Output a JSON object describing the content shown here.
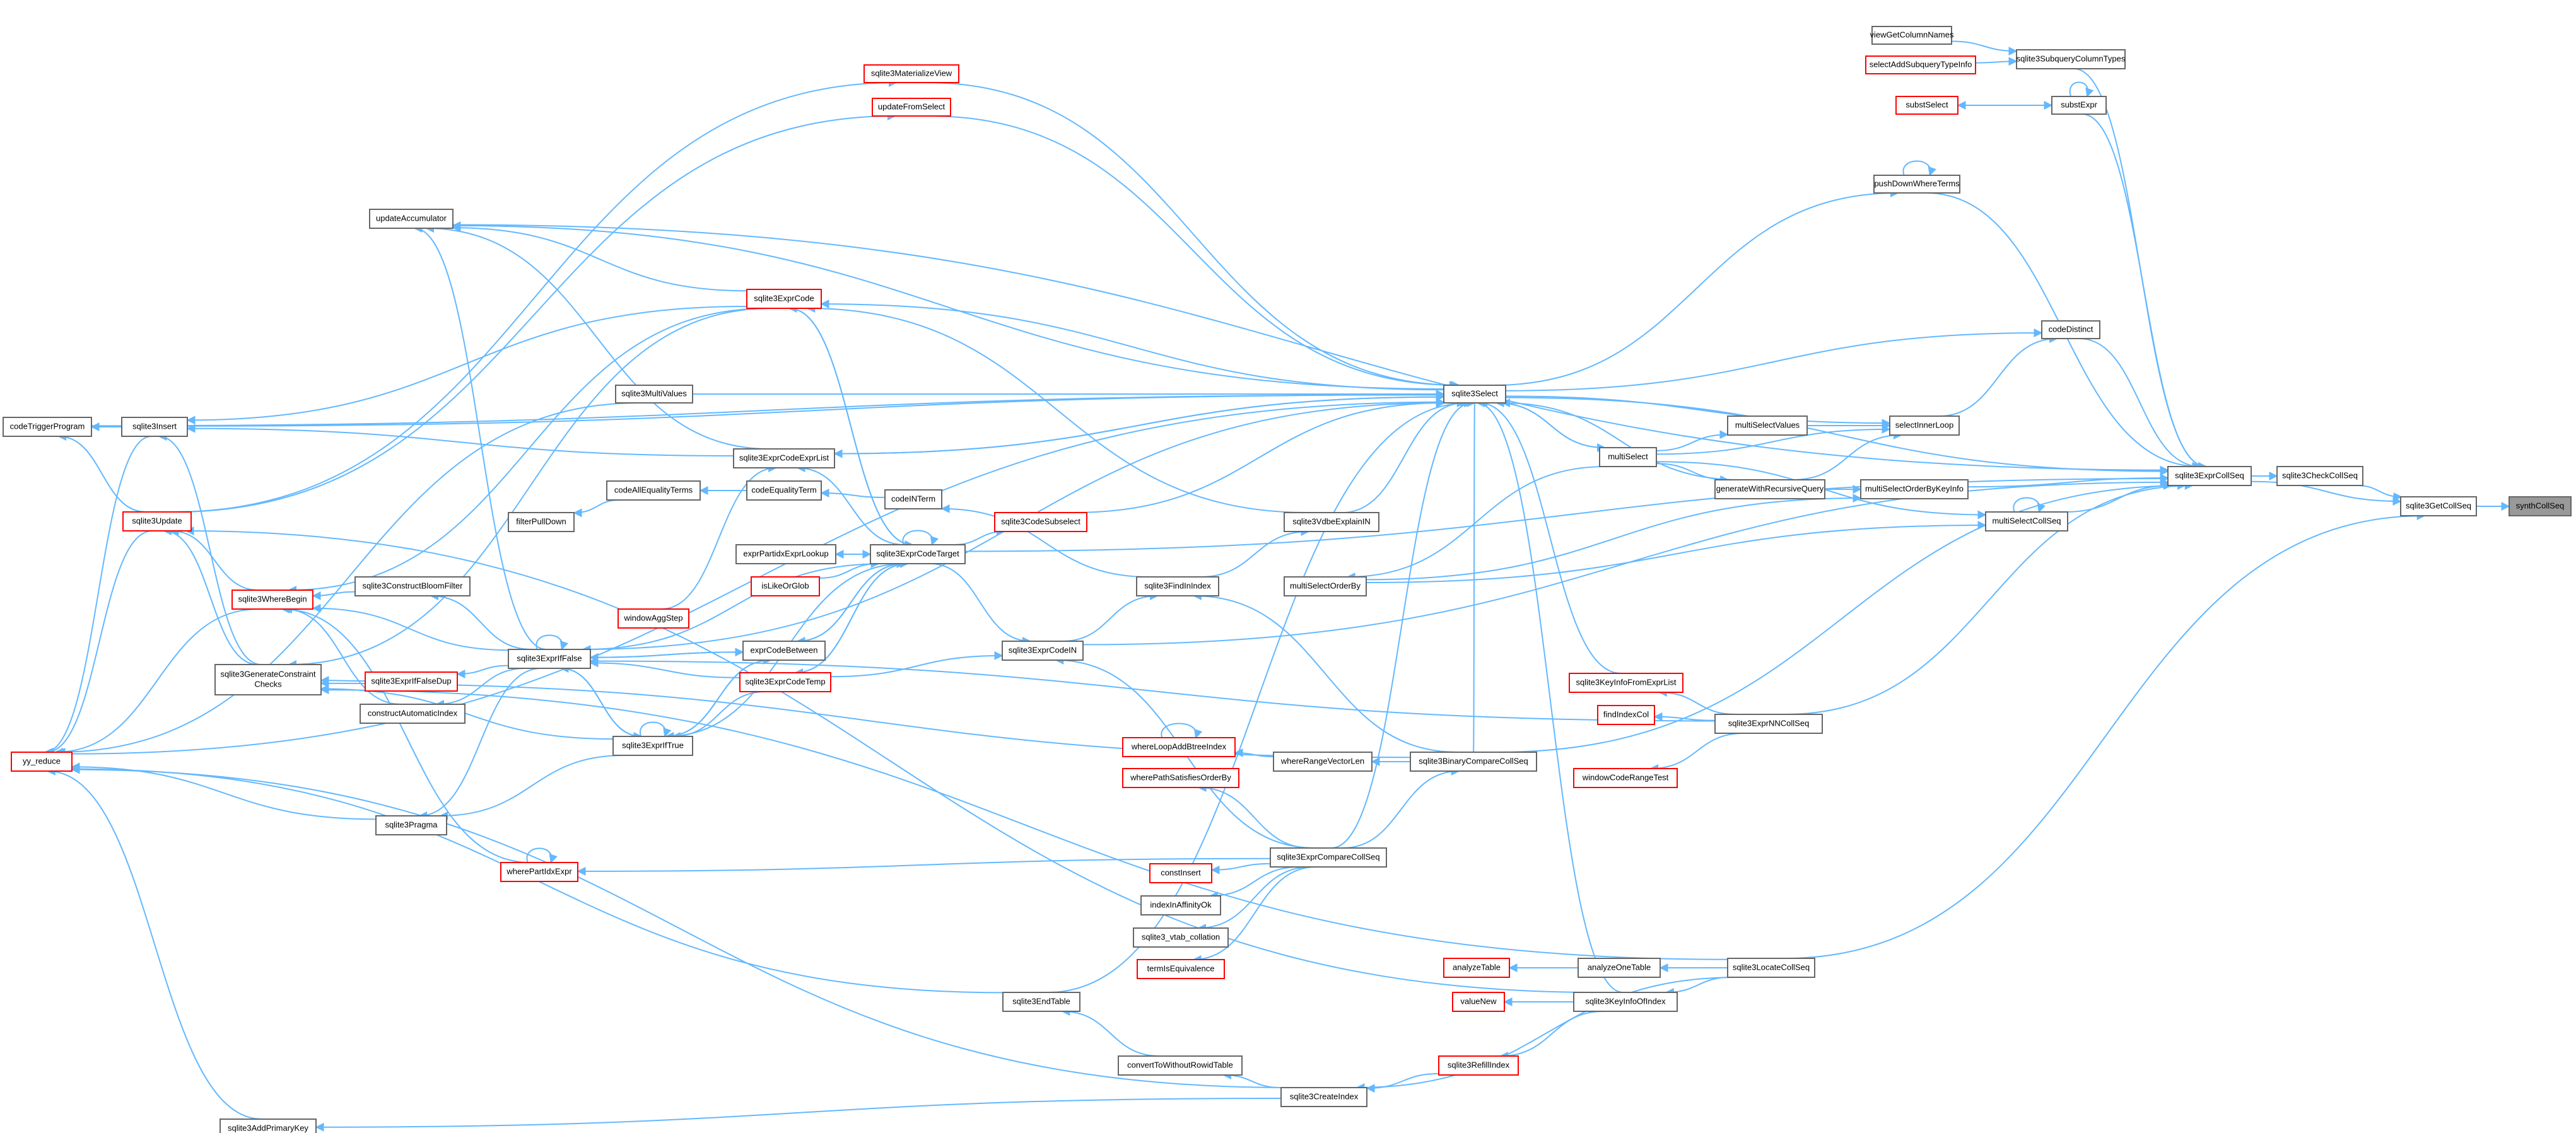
{
  "root": "synthCollSeq",
  "nodes": [
    {
      "id": "synthCollSeq",
      "label": "synthCollSeq",
      "style": "root"
    },
    {
      "id": "sqlite3GetCollSeq",
      "label": "sqlite3GetCollSeq",
      "style": "normal"
    },
    {
      "id": "sqlite3CheckCollSeq",
      "label": "sqlite3CheckCollSeq",
      "style": "normal"
    },
    {
      "id": "sqlite3ExprCollSeq",
      "label": "sqlite3ExprCollSeq",
      "style": "normal"
    },
    {
      "id": "sqlite3LocateCollSeq",
      "label": "sqlite3LocateCollSeq",
      "style": "normal"
    },
    {
      "id": "viewGetColumnNames",
      "label": "viewGetColumnNames",
      "style": "normal"
    },
    {
      "id": "sqlite3SubqueryColumnTypes",
      "label": "sqlite3SubqueryColumnTypes",
      "style": "normal"
    },
    {
      "id": "selectAddSubqueryTypeInfo",
      "label": "selectAddSubqueryTypeInfo",
      "style": "red"
    },
    {
      "id": "substSelect",
      "label": "substSelect",
      "style": "red"
    },
    {
      "id": "substExpr",
      "label": "substExpr",
      "style": "normal"
    },
    {
      "id": "pushDownWhereTerms",
      "label": "pushDownWhereTerms",
      "style": "normal"
    },
    {
      "id": "codeDistinct",
      "label": "codeDistinct",
      "style": "normal"
    },
    {
      "id": "selectInnerLoop",
      "label": "selectInnerLoop",
      "style": "normal"
    },
    {
      "id": "multiSelectValues",
      "label": "multiSelectValues",
      "style": "normal"
    },
    {
      "id": "multiSelect",
      "label": "multiSelect",
      "style": "normal"
    },
    {
      "id": "generateWithRecursiveQuery",
      "label": "generateWithRecursiveQuery",
      "style": "normal"
    },
    {
      "id": "multiSelectOrderByKeyInfo",
      "label": "multiSelectOrderByKeyInfo",
      "style": "normal"
    },
    {
      "id": "multiSelectCollSeq",
      "label": "multiSelectCollSeq",
      "style": "normal"
    },
    {
      "id": "multiSelectOrderBy",
      "label": "multiSelectOrderBy",
      "style": "normal"
    },
    {
      "id": "sqlite3Select",
      "label": "sqlite3Select",
      "style": "normal"
    },
    {
      "id": "sqlite3MaterializeView",
      "label": "sqlite3MaterializeView",
      "style": "red"
    },
    {
      "id": "updateFromSelect",
      "label": "updateFromSelect",
      "style": "red"
    },
    {
      "id": "updateAccumulator",
      "label": "updateAccumulator",
      "style": "normal"
    },
    {
      "id": "sqlite3ExprCode",
      "label": "sqlite3ExprCode",
      "style": "red"
    },
    {
      "id": "sqlite3MultiValues",
      "label": "sqlite3MultiValues",
      "style": "normal"
    },
    {
      "id": "sqlite3ExprCodeExprList",
      "label": "sqlite3ExprCodeExprList",
      "style": "normal"
    },
    {
      "id": "codeAllEqualityTerms",
      "label": "codeAllEqualityTerms",
      "style": "normal"
    },
    {
      "id": "codeEqualityTerm",
      "label": "codeEqualityTerm",
      "style": "normal"
    },
    {
      "id": "codeINTerm",
      "label": "codeINTerm",
      "style": "normal"
    },
    {
      "id": "filterPullDown",
      "label": "filterPullDown",
      "style": "normal"
    },
    {
      "id": "sqlite3CodeSubselect",
      "label": "sqlite3CodeSubselect",
      "style": "red"
    },
    {
      "id": "exprPartidxExprLookup",
      "label": "exprPartidxExprLookup",
      "style": "normal"
    },
    {
      "id": "sqlite3ExprCodeTarget",
      "label": "sqlite3ExprCodeTarget",
      "style": "normal"
    },
    {
      "id": "isLikeOrGlob",
      "label": "isLikeOrGlob",
      "style": "red"
    },
    {
      "id": "sqlite3VdbeExplainIN",
      "label": "sqlite3VdbeExplainIN",
      "style": "normal"
    },
    {
      "id": "sqlite3FindInIndex",
      "label": "sqlite3FindInIndex",
      "style": "normal"
    },
    {
      "id": "windowAggStep",
      "label": "windowAggStep",
      "style": "red"
    },
    {
      "id": "exprCodeBetween",
      "label": "exprCodeBetween",
      "style": "normal"
    },
    {
      "id": "sqlite3ExprCodeTemp",
      "label": "sqlite3ExprCodeTemp",
      "style": "red"
    },
    {
      "id": "sqlite3ExprCodeIN",
      "label": "sqlite3ExprCodeIN",
      "style": "normal"
    },
    {
      "id": "sqlite3ExprIfFalse",
      "label": "sqlite3ExprIfFalse",
      "style": "normal"
    },
    {
      "id": "sqlite3ExprIfTrue",
      "label": "sqlite3ExprIfTrue",
      "style": "normal"
    },
    {
      "id": "sqlite3ExprIfFalseDup",
      "label": "sqlite3ExprIfFalseDup",
      "style": "red"
    },
    {
      "id": "sqlite3ConstructBloomFilter",
      "label": "sqlite3ConstructBloomFilter",
      "style": "normal"
    },
    {
      "id": "constructAutomaticIndex",
      "label": "constructAutomaticIndex",
      "style": "normal"
    },
    {
      "id": "sqlite3WhereBegin",
      "label": "sqlite3WhereBegin",
      "style": "red"
    },
    {
      "id": "sqlite3GenerateConstraintChecks",
      "label": "sqlite3GenerateConstraint\nChecks",
      "style": "normal"
    },
    {
      "id": "sqlite3Pragma",
      "label": "sqlite3Pragma",
      "style": "normal"
    },
    {
      "id": "whereIndexExprTrans",
      "label": "wherePartIdxExpr",
      "style": "red"
    },
    {
      "id": "sqlite3Update",
      "label": "sqlite3Update",
      "style": "red"
    },
    {
      "id": "sqlite3Insert",
      "label": "sqlite3Insert",
      "style": "normal"
    },
    {
      "id": "codeTriggerProgram",
      "label": "codeTriggerProgram",
      "style": "normal"
    },
    {
      "id": "yy_reduce",
      "label": "yy_reduce",
      "style": "red"
    },
    {
      "id": "sqlite3KeyInfoFromExprList",
      "label": "sqlite3KeyInfoFromExprList",
      "style": "red"
    },
    {
      "id": "findIndexCol",
      "label": "findIndexCol",
      "style": "red"
    },
    {
      "id": "windowCodeRangeTest",
      "label": "windowCodeRangeTest",
      "style": "red"
    },
    {
      "id": "sqlite3ExprNNCollSeq",
      "label": "sqlite3ExprNNCollSeq",
      "style": "normal"
    },
    {
      "id": "whereLoopAddBtreeIndex",
      "label": "whereLoopAddBtreeIndex",
      "style": "red"
    },
    {
      "id": "whereRangeVectorLen",
      "label": "whereRangeVectorLen",
      "style": "normal"
    },
    {
      "id": "sqlite3BinaryCompareCollSeq",
      "label": "sqlite3BinaryCompareCollSeq",
      "style": "normal"
    },
    {
      "id": "wherePathSatisfiesOrderBy",
      "label": "wherePathSatisfiesOrderBy",
      "style": "red"
    },
    {
      "id": "sqlite3ExprCompareCollSeq",
      "label": "sqlite3ExprCompareCollSeq",
      "style": "normal"
    },
    {
      "id": "constInsert",
      "label": "constInsert",
      "style": "red"
    },
    {
      "id": "indexInAffinityOk",
      "label": "indexInAffinityOk",
      "style": "normal"
    },
    {
      "id": "sqlite3_vtab_collation",
      "label": "sqlite3_vtab_collation",
      "style": "normal"
    },
    {
      "id": "termIsEquivalence",
      "label": "termIsEquivalence",
      "style": "red"
    },
    {
      "id": "analyzeTable",
      "label": "analyzeTable",
      "style": "red"
    },
    {
      "id": "analyzeOneTable",
      "label": "analyzeOneTable",
      "style": "normal"
    },
    {
      "id": "valueNew",
      "label": "valueNew",
      "style": "red"
    },
    {
      "id": "sqlite3KeyInfoOfIndex",
      "label": "sqlite3KeyInfoOfIndex",
      "style": "normal"
    },
    {
      "id": "sqlite3RefillIndex",
      "label": "sqlite3RefillIndex",
      "style": "red"
    },
    {
      "id": "sqlite3CreateIndex",
      "label": "sqlite3CreateIndex",
      "style": "normal"
    },
    {
      "id": "sqlite3EndTable",
      "label": "sqlite3EndTable",
      "style": "normal"
    },
    {
      "id": "convertToWithoutRowidTable",
      "label": "convertToWithoutRowidTable",
      "style": "normal"
    },
    {
      "id": "sqlite3AddPrimaryKey",
      "label": "sqlite3AddPrimaryKey",
      "style": "normal"
    }
  ],
  "edges": [
    [
      "sqlite3GetCollSeq",
      "synthCollSeq"
    ],
    [
      "sqlite3CheckCollSeq",
      "sqlite3GetCollSeq"
    ],
    [
      "sqlite3ExprCollSeq",
      "sqlite3GetCollSeq"
    ],
    [
      "sqlite3LocateCollSeq",
      "sqlite3GetCollSeq"
    ],
    [
      "sqlite3ExprCollSeq",
      "sqlite3CheckCollSeq"
    ],
    [
      "sqlite3SubqueryColumnTypes",
      "sqlite3ExprCollSeq"
    ],
    [
      "substExpr",
      "sqlite3ExprCollSeq"
    ],
    [
      "pushDownWhereTerms",
      "sqlite3ExprCollSeq"
    ],
    [
      "codeDistinct",
      "sqlite3ExprCollSeq"
    ],
    [
      "multiSelectOrderByKeyInfo",
      "sqlite3ExprCollSeq"
    ],
    [
      "multiSelectCollSeq",
      "sqlite3ExprCollSeq"
    ],
    [
      "sqlite3Select",
      "sqlite3ExprCollSeq"
    ],
    [
      "sqlite3ExprCodeTarget",
      "sqlite3ExprCollSeq"
    ],
    [
      "sqlite3ExprCodeIN",
      "sqlite3ExprCollSeq"
    ],
    [
      "sqlite3ExprNNCollSeq",
      "sqlite3ExprCollSeq"
    ],
    [
      "sqlite3BinaryCompareCollSeq",
      "sqlite3ExprCollSeq"
    ],
    [
      "updateAccumulator",
      "sqlite3ExprCollSeq"
    ],
    [
      "viewGetColumnNames",
      "sqlite3SubqueryColumnTypes"
    ],
    [
      "selectAddSubqueryTypeInfo",
      "sqlite3SubqueryColumnTypes"
    ],
    [
      "substSelect",
      "substExpr"
    ],
    [
      "substExpr",
      "substSelect"
    ],
    [
      "substExpr",
      "substExpr"
    ],
    [
      "pushDownWhereTerms",
      "pushDownWhereTerms"
    ],
    [
      "sqlite3Select",
      "pushDownWhereTerms"
    ],
    [
      "selectInnerLoop",
      "codeDistinct"
    ],
    [
      "sqlite3Select",
      "codeDistinct"
    ],
    [
      "multiSelectValues",
      "selectInnerLoop"
    ],
    [
      "multiSelect",
      "selectInnerLoop"
    ],
    [
      "generateWithRecursiveQuery",
      "selectInnerLoop"
    ],
    [
      "sqlite3Select",
      "selectInnerLoop"
    ],
    [
      "multiSelect",
      "multiSelectValues"
    ],
    [
      "sqlite3Select",
      "multiSelect"
    ],
    [
      "multiSelect",
      "sqlite3Select"
    ],
    [
      "multiSelect",
      "generateWithRecursiveQuery"
    ],
    [
      "generateWithRecursiveQuery",
      "sqlite3Select"
    ],
    [
      "multiSelectOrderBy",
      "multiSelectOrderByKeyInfo"
    ],
    [
      "generateWithRecursiveQuery",
      "multiSelectOrderByKeyInfo"
    ],
    [
      "multiSelect",
      "multiSelectCollSeq"
    ],
    [
      "multiSelectCollSeq",
      "multiSelectCollSeq"
    ],
    [
      "multiSelectOrderBy",
      "multiSelectCollSeq"
    ],
    [
      "multiSelect",
      "multiSelectOrderBy"
    ],
    [
      "sqlite3MaterializeView",
      "sqlite3Select"
    ],
    [
      "updateFromSelect",
      "sqlite3Select"
    ],
    [
      "sqlite3Insert",
      "sqlite3Select"
    ],
    [
      "sqlite3CodeSubselect",
      "sqlite3Select"
    ],
    [
      "sqlite3MultiValues",
      "sqlite3Select"
    ],
    [
      "sqlite3ExprCodeExprList",
      "sqlite3Select"
    ],
    [
      "codeTriggerProgram",
      "sqlite3Select"
    ],
    [
      "yy_reduce",
      "sqlite3Select"
    ],
    [
      "sqlite3Select",
      "updateAccumulator"
    ],
    [
      "sqlite3Select",
      "sqlite3ExprCode"
    ],
    [
      "sqlite3ExprCode",
      "updateAccumulator"
    ],
    [
      "sqlite3Update",
      "updateFromSelect"
    ],
    [
      "sqlite3Update",
      "sqlite3MaterializeView"
    ],
    [
      "sqlite3ExprCodeTarget",
      "sqlite3ExprCode"
    ],
    [
      "sqlite3ExprCode",
      "sqlite3ExprCodeTarget"
    ],
    [
      "sqlite3ExprCode",
      "sqlite3Insert"
    ],
    [
      "sqlite3ExprCode",
      "sqlite3GenerateConstraintChecks"
    ],
    [
      "sqlite3ExprCode",
      "sqlite3WhereBegin"
    ],
    [
      "sqlite3MultiValues",
      "yy_reduce"
    ],
    [
      "sqlite3ExprCodeExprList",
      "updateAccumulator"
    ],
    [
      "sqlite3ExprCodeExprList",
      "sqlite3Insert"
    ],
    [
      "sqlite3ExprCodeTarget",
      "sqlite3ExprCodeExprList"
    ],
    [
      "sqlite3Select",
      "sqlite3ExprCodeExprList"
    ],
    [
      "codeEqualityTerm",
      "codeAllEqualityTerms"
    ],
    [
      "codeAllEqualityTerms",
      "filterPullDown"
    ],
    [
      "codeINTerm",
      "codeEqualityTerm"
    ],
    [
      "sqlite3FindInIndex",
      "codeINTerm"
    ],
    [
      "sqlite3ExprCodeTarget",
      "sqlite3CodeSubselect"
    ],
    [
      "sqlite3ExprCodeTarget",
      "exprPartidxExprLookup"
    ],
    [
      "exprPartidxExprLookup",
      "sqlite3ExprCodeTarget"
    ],
    [
      "isLikeOrGlob",
      "sqlite3ExprCodeTarget"
    ],
    [
      "sqlite3ExprCodeTarget",
      "sqlite3ExprCodeTarget"
    ],
    [
      "sqlite3ExprCodeTarget",
      "sqlite3ExprCodeTemp"
    ],
    [
      "sqlite3ExprCodeTemp",
      "sqlite3ExprCodeTarget"
    ],
    [
      "sqlite3ExprCodeTarget",
      "exprCodeBetween"
    ],
    [
      "exprCodeBetween",
      "sqlite3ExprCodeTarget"
    ],
    [
      "sqlite3ExprCodeTarget",
      "sqlite3ExprIfFalse"
    ],
    [
      "sqlite3ExprCodeTarget",
      "sqlite3ExprIfTrue"
    ],
    [
      "sqlite3ExprCodeTarget",
      "sqlite3ExprCodeIN"
    ],
    [
      "sqlite3ExprCodeIN",
      "sqlite3FindInIndex"
    ],
    [
      "sqlite3FindInIndex",
      "sqlite3VdbeExplainIN"
    ],
    [
      "sqlite3VdbeExplainIN",
      "sqlite3Select"
    ],
    [
      "sqlite3VdbeExplainIN",
      "sqlite3ExprCode"
    ],
    [
      "windowAggStep",
      "sqlite3ExprCodeExprList"
    ],
    [
      "exprCodeBetween",
      "sqlite3ExprIfFalse"
    ],
    [
      "exprCodeBetween",
      "sqlite3ExprIfTrue"
    ],
    [
      "sqlite3ExprIfFalse",
      "exprCodeBetween"
    ],
    [
      "sqlite3ExprIfTrue",
      "exprCodeBetween"
    ],
    [
      "sqlite3ExprCodeTemp",
      "sqlite3ExprCodeIN"
    ],
    [
      "sqlite3ExprCodeTemp",
      "sqlite3ExprIfFalse"
    ],
    [
      "sqlite3ExprCodeTemp",
      "sqlite3ExprIfTrue"
    ],
    [
      "sqlite3ExprIfTrue",
      "sqlite3ExprIfFalse"
    ],
    [
      "sqlite3ExprIfFalse",
      "sqlite3ExprIfTrue"
    ],
    [
      "sqlite3ExprIfFalse",
      "sqlite3ExprIfFalse"
    ],
    [
      "sqlite3ExprIfTrue",
      "sqlite3ExprIfTrue"
    ],
    [
      "sqlite3ExprIfFalse",
      "sqlite3ExprIfFalseDup"
    ],
    [
      "sqlite3ExprIfFalseDup",
      "sqlite3GenerateConstraintChecks"
    ],
    [
      "sqlite3ExprIfFalse",
      "sqlite3ConstructBloomFilter"
    ],
    [
      "sqlite3ExprIfFalse",
      "constructAutomaticIndex"
    ],
    [
      "sqlite3ExprIfFalse",
      "sqlite3WhereBegin"
    ],
    [
      "sqlite3ExprIfFalse",
      "sqlite3Select"
    ],
    [
      "sqlite3ExprIfFalse",
      "sqlite3Pragma"
    ],
    [
      "sqlite3ExprIfFalse",
      "updateAccumulator"
    ],
    [
      "sqlite3ExprIfTrue",
      "sqlite3Pragma"
    ],
    [
      "sqlite3ExprIfTrue",
      "sqlite3GenerateConstraintChecks"
    ],
    [
      "sqlite3ConstructBloomFilter",
      "sqlite3WhereBegin"
    ],
    [
      "constructAutomaticIndex",
      "sqlite3WhereBegin"
    ],
    [
      "sqlite3WhereBegin",
      "sqlite3Update"
    ],
    [
      "sqlite3WhereBegin",
      "yy_reduce"
    ],
    [
      "sqlite3GenerateConstraintChecks",
      "sqlite3Insert"
    ],
    [
      "sqlite3GenerateConstraintChecks",
      "sqlite3Update"
    ],
    [
      "sqlite3Pragma",
      "yy_reduce"
    ],
    [
      "whereIndexExprTrans",
      "whereIndexExprTrans"
    ],
    [
      "whereIndexExprTrans",
      "sqlite3WhereBegin"
    ],
    [
      "sqlite3Update",
      "codeTriggerProgram"
    ],
    [
      "sqlite3Update",
      "yy_reduce"
    ],
    [
      "sqlite3Insert",
      "codeTriggerProgram"
    ],
    [
      "sqlite3Insert",
      "yy_reduce"
    ],
    [
      "sqlite3KeyInfoFromExprList",
      "sqlite3Select"
    ],
    [
      "sqlite3ExprNNCollSeq",
      "sqlite3KeyInfoFromExprList"
    ],
    [
      "sqlite3ExprNNCollSeq",
      "findIndexCol"
    ],
    [
      "sqlite3ExprNNCollSeq",
      "windowCodeRangeTest"
    ],
    [
      "sqlite3ExprNNCollSeq",
      "sqlite3ExprIfFalse"
    ],
    [
      "whereLoopAddBtreeIndex",
      "whereLoopAddBtreeIndex"
    ],
    [
      "whereRangeVectorLen",
      "whereLoopAddBtreeIndex"
    ],
    [
      "sqlite3BinaryCompareCollSeq",
      "whereRangeVectorLen"
    ],
    [
      "sqlite3BinaryCompareCollSeq",
      "sqlite3FindInIndex"
    ],
    [
      "sqlite3BinaryCompareCollSeq",
      "sqlite3Select"
    ],
    [
      "sqlite3BinaryCompareCollSeq",
      "sqlite3GenerateConstraintChecks"
    ],
    [
      "sqlite3ExprCompareCollSeq",
      "sqlite3BinaryCompareCollSeq"
    ],
    [
      "sqlite3ExprCompareCollSeq",
      "wherePathSatisfiesOrderBy"
    ],
    [
      "sqlite3ExprCompareCollSeq",
      "constInsert"
    ],
    [
      "sqlite3ExprCompareCollSeq",
      "indexInAffinityOk"
    ],
    [
      "sqlite3ExprCompareCollSeq",
      "sqlite3_vtab_collation"
    ],
    [
      "sqlite3ExprCompareCollSeq",
      "termIsEquivalence"
    ],
    [
      "sqlite3ExprCompareCollSeq",
      "whereIndexExprTrans"
    ],
    [
      "sqlite3ExprCompareCollSeq",
      "sqlite3ExprCodeIN"
    ],
    [
      "sqlite3ExprCompareCollSeq",
      "sqlite3Select"
    ],
    [
      "sqlite3LocateCollSeq",
      "analyzeOneTable"
    ],
    [
      "sqlite3LocateCollSeq",
      "sqlite3KeyInfoOfIndex"
    ],
    [
      "sqlite3LocateCollSeq",
      "sqlite3CreateIndex"
    ],
    [
      "sqlite3LocateCollSeq",
      "sqlite3GenerateConstraintChecks"
    ],
    [
      "analyzeOneTable",
      "analyzeTable"
    ],
    [
      "sqlite3KeyInfoOfIndex",
      "valueNew"
    ],
    [
      "sqlite3KeyInfoOfIndex",
      "sqlite3RefillIndex"
    ],
    [
      "sqlite3KeyInfoOfIndex",
      "sqlite3Select"
    ],
    [
      "sqlite3KeyInfoOfIndex",
      "sqlite3Update"
    ],
    [
      "sqlite3RefillIndex",
      "sqlite3CreateIndex"
    ],
    [
      "sqlite3CreateIndex",
      "convertToWithoutRowidTable"
    ],
    [
      "sqlite3CreateIndex",
      "sqlite3AddPrimaryKey"
    ],
    [
      "sqlite3CreateIndex",
      "yy_reduce"
    ],
    [
      "convertToWithoutRowidTable",
      "sqlite3EndTable"
    ],
    [
      "sqlite3EndTable",
      "yy_reduce"
    ],
    [
      "sqlite3EndTable",
      "sqlite3Select"
    ],
    [
      "sqlite3AddPrimaryKey",
      "yy_reduce"
    ]
  ]
}
